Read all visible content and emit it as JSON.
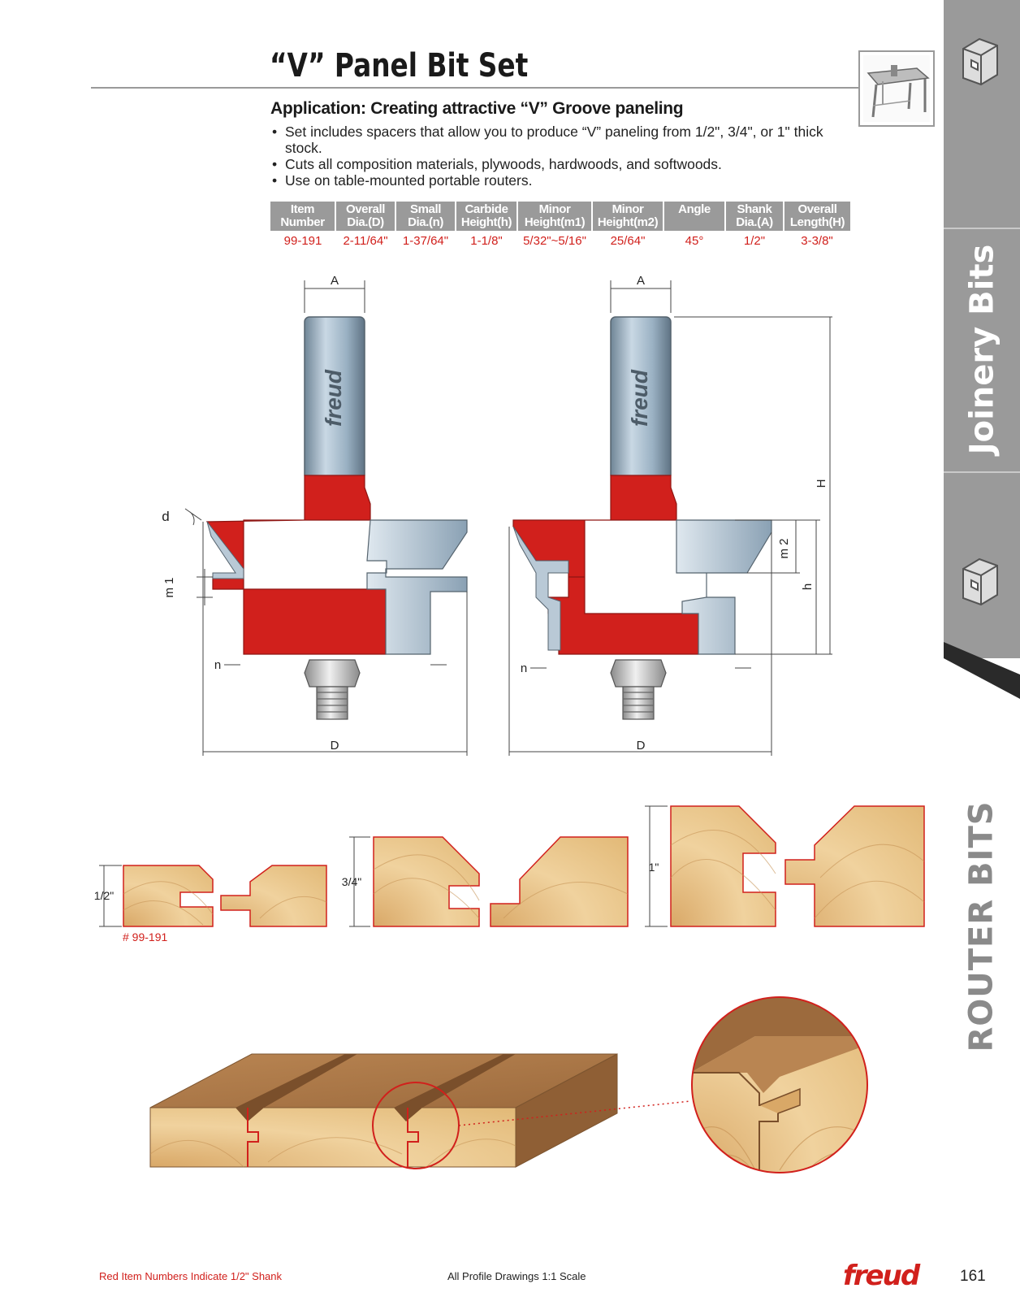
{
  "header": {
    "title": "“V” Panel Bit Set",
    "application": "Application: Creating attractive “V” Groove paneling"
  },
  "bullets": [
    "Set includes spacers that allow you to produce “V” paneling from 1/2\", 3/4\", or 1\" thick stock.",
    "Cuts all composition materials, plywoods, hardwoods, and softwoods.",
    "Use on table-mounted portable routers."
  ],
  "spec_table": {
    "headers": [
      [
        "Item",
        "Number"
      ],
      [
        "Overall",
        "Dia.(D)"
      ],
      [
        "Small",
        "Dia.(n)"
      ],
      [
        "Carbide",
        "Height(h)"
      ],
      [
        "Minor",
        "Height(m1)"
      ],
      [
        "Minor",
        "Height(m2)"
      ],
      [
        "Angle",
        ""
      ],
      [
        "Shank",
        "Dia.(A)"
      ],
      [
        "Overall",
        "Length(H)"
      ]
    ],
    "row": [
      "99-191",
      "2-11/64\"",
      "1-37/64\"",
      "1-1/8\"",
      "5/32\"~5/16\"",
      "25/64\"",
      "45°",
      "1/2\"",
      "3-3/8\""
    ]
  },
  "diagram_labels": {
    "A": "A",
    "D": "D",
    "d": "d",
    "n": "n",
    "m1": "m 1",
    "m2": "m 2",
    "h": "h",
    "H": "H",
    "shank_brand": "freud"
  },
  "profiles": {
    "half": "1/2\"",
    "three_quarter": "3/4\"",
    "one": "1\"",
    "item": "# 99-191"
  },
  "sidebar": {
    "section": "Joinery Bits",
    "category": "ROUTER BITS"
  },
  "footer": {
    "shank_note": "Red Item Numbers Indicate 1/2\" Shank",
    "scale_note": "All Profile Drawings 1:1 Scale",
    "brand": "freud",
    "page_number": "161"
  },
  "colors": {
    "bit_red": "#d1201c",
    "steel": "#9fb6c8",
    "wood": "#e7c48c",
    "sidebar_gray": "#9a9a9a"
  }
}
